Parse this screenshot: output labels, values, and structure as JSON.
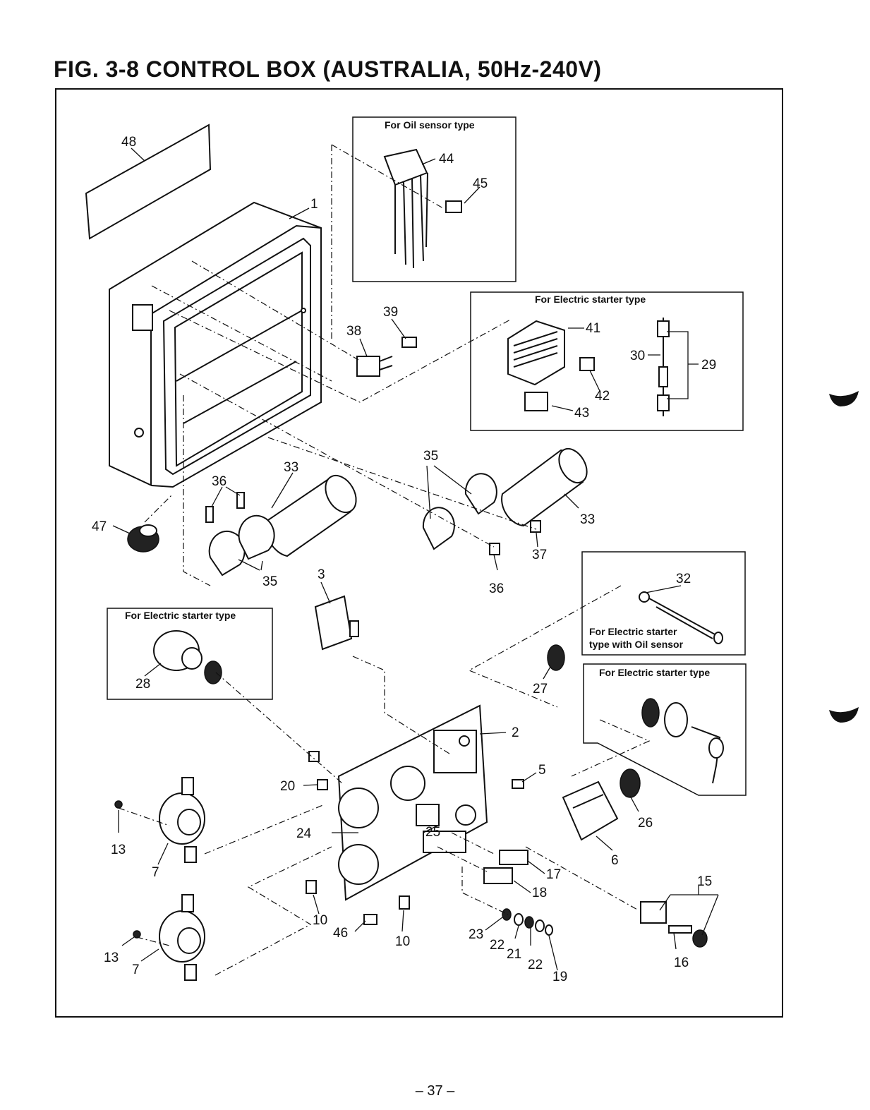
{
  "title": "FIG. 3-8 CONTROL BOX (AUSTRALIA, 50Hz-240V)",
  "page_number": "– 37 –",
  "insets": {
    "oil_sensor": "For Oil sensor type",
    "electric_starter_1": "For Electric starter type",
    "electric_starter_2": "For Electric starter type",
    "electric_starter_3": "For Electric starter type",
    "electric_starter_oil_1": "For Electric starter",
    "electric_starter_oil_2": "type with Oil sensor"
  },
  "callouts": {
    "c1": "1",
    "c2": "2",
    "c3": "3",
    "c5": "5",
    "c6": "6",
    "c7a": "7",
    "c7b": "7",
    "c10a": "10",
    "c10b": "10",
    "c13a": "13",
    "c13b": "13",
    "c15": "15",
    "c16": "16",
    "c17": "17",
    "c18": "18",
    "c19": "19",
    "c20": "20",
    "c21": "21",
    "c22a": "22",
    "c22b": "22",
    "c23": "23",
    "c24": "24",
    "c25": "25",
    "c26": "26",
    "c27": "27",
    "c28": "28",
    "c29": "29",
    "c30": "30",
    "c32": "32",
    "c33a": "33",
    "c33b": "33",
    "c35a": "35",
    "c35b": "35",
    "c36a": "36",
    "c36b": "36",
    "c37": "37",
    "c38": "38",
    "c39": "39",
    "c41": "41",
    "c42": "42",
    "c43": "43",
    "c44": "44",
    "c45": "45",
    "c46": "46",
    "c47": "47",
    "c48": "48"
  }
}
